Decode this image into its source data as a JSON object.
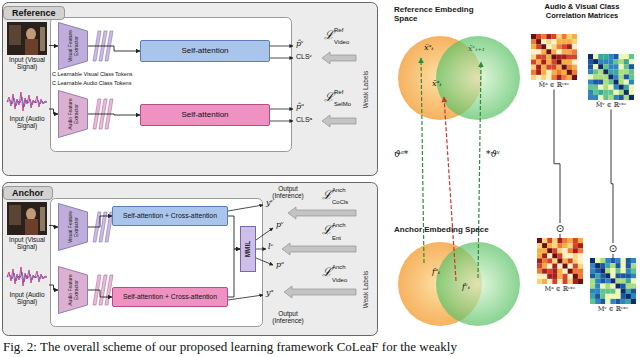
{
  "diagram": {
    "caption": "Fig. 2: The overall scheme of our proposed learning framework CoLeaF for the weakly",
    "nodes": [
      {
        "text": [
          "Reference"
        ]
      },
      {
        "text": [
          "Input (Visual Signal)"
        ],
        "in": 0
      },
      {
        "text": [
          "Input (Audio Signal)"
        ],
        "in": 0
      },
      {
        "text": [
          "Visual Feature Extractor"
        ],
        "in": 0
      },
      {
        "text": [
          "Audio Feature Extractor"
        ],
        "in": 0
      },
      {
        "text": [
          "Self-attention"
        ],
        "in": 0
      },
      {
        "text": [
          "Self-attention"
        ],
        "in": 0
      },
      {
        "text": [
          "Anchor"
        ]
      },
      {
        "text": [
          "Input (Visual Signal)"
        ],
        "in": 7
      },
      {
        "text": [
          "Input (Audio Signal)"
        ],
        "in": 7
      },
      {
        "text": [
          "Visual Feature Extractor"
        ],
        "in": 7
      },
      {
        "text": [
          "Audio Feature Extractor"
        ],
        "in": 7
      },
      {
        "text": [
          "Self-attention + Cross-attention"
        ],
        "in": 7
      },
      {
        "text": [
          "Self-attention + Cross-attention"
        ],
        "in": 7
      },
      {
        "text": [
          "MMIL"
        ],
        "in": 7
      },
      {
        "text": [
          "Reference Embeding Space"
        ]
      },
      {
        "text": [
          "Anchor Embeding Space"
        ]
      },
      {
        "text": [
          "M̂ᵃ ∈ ℝᶜˣᶜ"
        ]
      },
      {
        "text": [
          "M̂ᵛ ∈ ℝᶜˣᶜ"
        ]
      },
      {
        "text": [
          "Mᵃ ∈ ℝᶜˣᶜ"
        ]
      },
      {
        "text": [
          "Mᵛ ∈ ℝᶜˣᶜ"
        ]
      }
    ],
    "edges": [
      {
        "from": 1,
        "to": 3,
        "arrow": "to"
      },
      {
        "from": 2,
        "to": 4,
        "arrow": "to"
      },
      {
        "from": 3,
        "to": 5,
        "arrow": "to"
      },
      {
        "from": 4,
        "to": 6,
        "arrow": "to"
      },
      {
        "from": 8,
        "to": 10,
        "arrow": "to"
      },
      {
        "from": 9,
        "to": 11,
        "arrow": "to"
      },
      {
        "from": 10,
        "to": 12,
        "arrow": "to"
      },
      {
        "from": 11,
        "to": 13,
        "arrow": "to"
      },
      {
        "from": 12,
        "to": 14,
        "arrow": "to"
      },
      {
        "from": 13,
        "to": 14,
        "arrow": "to"
      },
      {
        "from": 17,
        "to": 19,
        "arrow": "none",
        "label": "⊙"
      },
      {
        "from": 18,
        "to": 20,
        "arrow": "none",
        "label": "⊙"
      }
    ],
    "labels": [
      "C Learnable Visual Class Tokens",
      "C Learnable Audio Class Tokens",
      "p̂ᵛ",
      "CLSᵛ",
      "p̂ᵃ",
      "CLSᵃ",
      "ℒ",
      "Video",
      "Ref",
      "Weak Labels",
      "ℒ",
      "SelMo",
      "Ref",
      "Output (Inference)",
      "yᵛ",
      "pᵛ",
      "lᵉ",
      "pᵃ",
      "yᵃ",
      "Output (Inference)",
      "ℒ",
      "CoCls",
      "Anch",
      "ℒ",
      "Ent",
      "Anch",
      "ℒ",
      "Video",
      "Anch",
      "Weak Labels",
      "ẍᵃₜ",
      "x̄ᵃₜ",
      "x̄ᵛₜ₊₁",
      "ϑᵃ*",
      "*ϑᵛ",
      "fᵃₜ",
      "fᵛₜ",
      "Audio & Visual Class Correlation Matrices"
    ]
  }
}
